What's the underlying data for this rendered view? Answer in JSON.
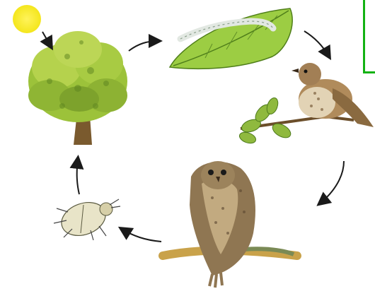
{
  "diagram": {
    "kind": "food-chain cycle",
    "colors": {
      "sun": "#f4e61c",
      "frame": "#13b213",
      "arrow": "#1a1a1a",
      "foliage": "#9cc23a",
      "bark": "#7a5a2e"
    },
    "nodes": [
      {
        "id": "sun",
        "icon": "sun-icon"
      },
      {
        "id": "tree",
        "icon": "tree-icon"
      },
      {
        "id": "caterpillar-on-leaf",
        "icon": "caterpillar-leaf-icon"
      },
      {
        "id": "songbird",
        "icon": "songbird-icon"
      },
      {
        "id": "owl",
        "icon": "owl-icon"
      },
      {
        "id": "beetle",
        "icon": "beetle-icon"
      }
    ]
  }
}
